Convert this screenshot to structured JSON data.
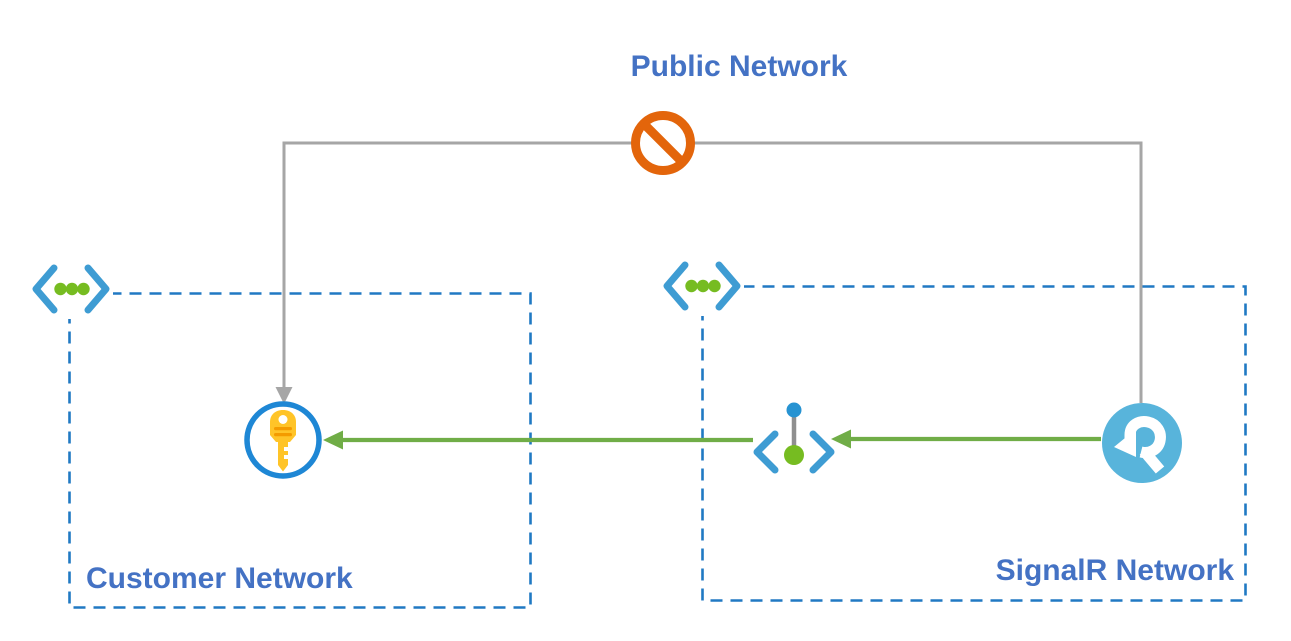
{
  "labels": {
    "public_network": "Public Network",
    "customer_network": "Customer Network",
    "signalr_network": "SignalR Network"
  },
  "icons": {
    "blocked": "prohibition-sign-icon",
    "customer_vnet": "virtual-network-icon",
    "signalr_vnet": "virtual-network-icon",
    "key": "key-icon",
    "private_endpoint": "private-endpoint-icon",
    "signalr_service": "signalr-service-icon"
  },
  "connections": [
    {
      "from": "public-network",
      "to": "customer-network",
      "status": "blocked"
    },
    {
      "from": "public-network",
      "to": "signalr-network",
      "status": "blocked"
    },
    {
      "from": "signalr-service",
      "to": "private-endpoint",
      "status": "allowed"
    },
    {
      "from": "private-endpoint",
      "to": "key",
      "status": "allowed"
    }
  ],
  "colors": {
    "label-blue": "#4472C4",
    "border-blue": "#2079C3",
    "line-gray": "#A6A6A6",
    "arrow-green": "#70AD47",
    "blocked-orange": "#E3650B",
    "vnet-blue": "#3E9CD3",
    "dot-green": "#76BC21",
    "key-ring-blue": "#1E87D5",
    "key-yellow": "#FFC428",
    "key-detail-orange": "#F49B00",
    "signalr-blue": "#58B4DB",
    "endpoint-dot-blue": "#2793D2",
    "endpoint-bar-gray": "#8F8F8F"
  }
}
